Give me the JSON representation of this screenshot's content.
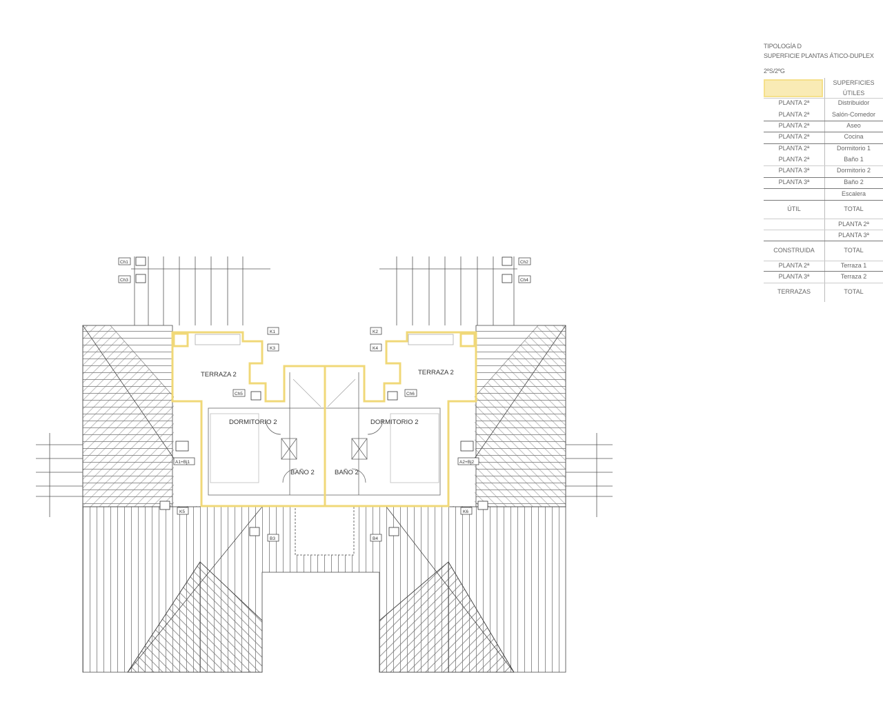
{
  "legend": {
    "title": "TIPOLOGÍA D",
    "subtitle": "SUPERFICIE PLANTAS ÁTICO-DUPLEX",
    "units": "2ºS/2ºG",
    "header_right": [
      "SUPERFICIES",
      "ÚTILES"
    ],
    "highlight_color": "#f5e08a",
    "rows": [
      {
        "l": "PLANTA 2ª",
        "r": "Distribuidor"
      },
      {
        "l": "PLANTA 2ª",
        "r": "Salón-Comedor"
      },
      {
        "l": "PLANTA 2ª",
        "r": "Aseo"
      },
      {
        "l": "PLANTA 2ª",
        "r": "Cocina"
      },
      {
        "l": "PLANTA 2ª",
        "r": "Dormitorio 1"
      },
      {
        "l": "PLANTA 2ª",
        "r": "Baño 1"
      },
      {
        "l": "PLANTA 3ª",
        "r": "Dormitorio 2"
      },
      {
        "l": "PLANTA 3ª",
        "r": "Baño 2"
      },
      {
        "l": "",
        "r": "Escalera"
      },
      {
        "l": "ÚTIL",
        "r": "TOTAL"
      },
      {
        "l": "",
        "r": "PLANTA 2ª"
      },
      {
        "l": "",
        "r": "PLANTA 3ª"
      },
      {
        "l": "CONSTRUIDA",
        "r": "TOTAL"
      },
      {
        "l": "PLANTA 2ª",
        "r": "Terraza 1"
      },
      {
        "l": "PLANTA 3ª",
        "r": "Terraza 2"
      },
      {
        "l": "TERRAZAS",
        "r": "TOTAL"
      }
    ]
  },
  "plan": {
    "outline_color": "#f0d878",
    "rooms": {
      "terraza_left": "TERRAZA 2",
      "terraza_right": "TERRAZA 2",
      "dormitorio_left": "DORMITORIO 2",
      "dormitorio_right": "DORMITORIO 2",
      "bano_left": "BAÑO 2",
      "bano_right": "BAÑO 2"
    },
    "tags": {
      "ch1": "Ch1",
      "ch3": "Ch3",
      "ch2": "Ch2",
      "ch4": "Ch4",
      "k1": "K1",
      "k3": "K3",
      "k2": "K2",
      "k4": "K4",
      "ch5": "Ch5",
      "ch6": "Ch6",
      "a1": "A1+Bj1",
      "a2": "A2+Bj2",
      "k5": "K5",
      "k6": "K6",
      "b3": "B3",
      "b4": "B4"
    }
  }
}
